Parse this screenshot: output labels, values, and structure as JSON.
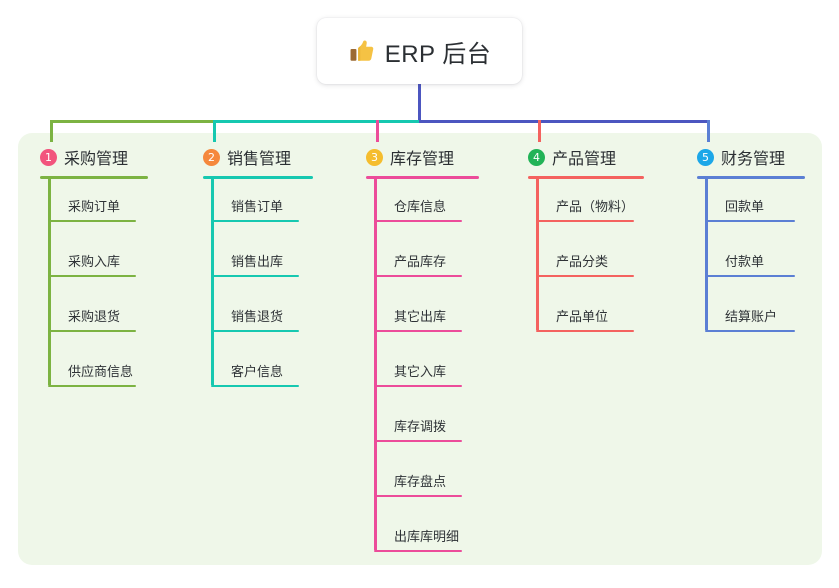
{
  "diagram": {
    "type": "mind-map",
    "title": "ERP 后台",
    "title_icon": "thumbs-up-icon",
    "title_emoji": "👍",
    "panel_color": "#eff7e9",
    "root_connector_color": "#4c56c0",
    "branches": [
      {
        "index": "1",
        "label": "采购管理",
        "badge_color": "#f2547d",
        "line_color": "#7cb342",
        "connector_color": "#7cb342",
        "items": [
          {
            "label": "采购订单"
          },
          {
            "label": "采购入库"
          },
          {
            "label": "采购退货"
          },
          {
            "label": "供应商信息"
          }
        ]
      },
      {
        "index": "2",
        "label": "销售管理",
        "badge_color": "#f5883c",
        "line_color": "#16c8b0",
        "connector_color": "#16c8b0",
        "items": [
          {
            "label": "销售订单"
          },
          {
            "label": "销售出库"
          },
          {
            "label": "销售退货"
          },
          {
            "label": "客户信息"
          }
        ]
      },
      {
        "index": "3",
        "label": "库存管理",
        "badge_color": "#f5bd2e",
        "line_color": "#ec4c9a",
        "connector_color": "#ec4c9a",
        "items": [
          {
            "label": "仓库信息"
          },
          {
            "label": "产品库存"
          },
          {
            "label": "其它出库"
          },
          {
            "label": "其它入库"
          },
          {
            "label": "库存调拨"
          },
          {
            "label": "库存盘点"
          },
          {
            "label": "出库库明细"
          }
        ]
      },
      {
        "index": "4",
        "label": "产品管理",
        "badge_color": "#22b357",
        "line_color": "#f4625f",
        "connector_color": "#f4625f",
        "items": [
          {
            "label": "产品（物料）"
          },
          {
            "label": "产品分类"
          },
          {
            "label": "产品单位"
          }
        ]
      },
      {
        "index": "5",
        "label": "财务管理",
        "badge_color": "#1ca7e8",
        "line_color": "#5b7fd4",
        "connector_color": "#5b7fd4",
        "items": [
          {
            "label": "回款单"
          },
          {
            "label": "付款单"
          },
          {
            "label": "结算账户"
          }
        ]
      }
    ]
  }
}
